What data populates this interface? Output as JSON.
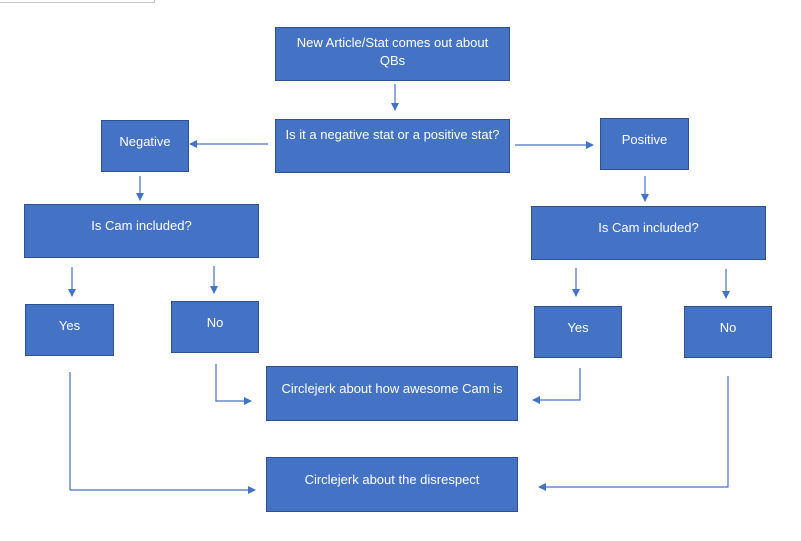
{
  "flowchart": {
    "start": "New Article/Stat comes out about QBs",
    "question": "Is it a negative stat or a positive stat?",
    "negative": "Negative",
    "positive": "Positive",
    "neg_cam_question": "Is Cam included?",
    "pos_cam_question": "Is Cam included?",
    "neg_yes": "Yes",
    "neg_no": "No",
    "pos_yes": "Yes",
    "pos_no": "No",
    "awesome": "Circlejerk about how awesome Cam is",
    "disrespect": "Circlejerk about the disrespect"
  },
  "colors": {
    "box_fill": "#4472c4",
    "box_border": "#2f528f",
    "text": "#ffffff",
    "connector": "#4472c4"
  }
}
